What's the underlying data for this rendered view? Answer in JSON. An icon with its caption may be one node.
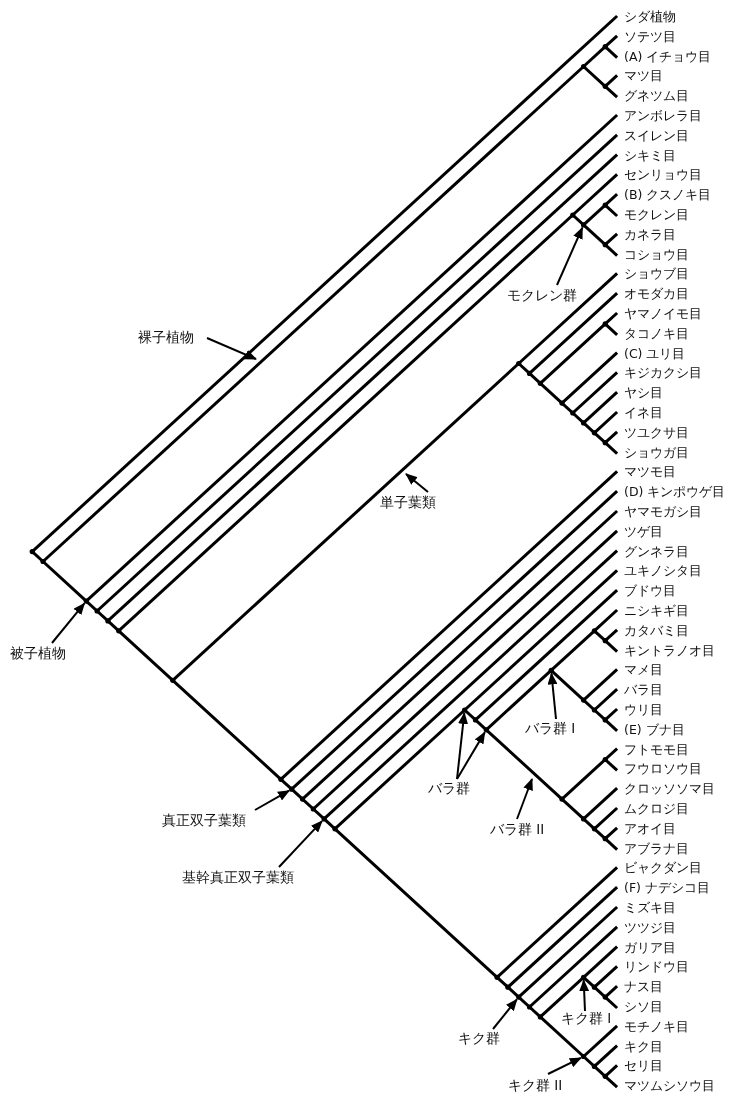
{
  "diagram": {
    "nodes": [
      {
        "text": [
          "シダ植物"
        ]
      },
      {
        "text": [
          "ソテツ目"
        ]
      },
      {
        "text": [
          "(A) イチョウ目"
        ]
      },
      {
        "text": [
          "マツ目"
        ]
      },
      {
        "text": [
          "グネツム目"
        ]
      },
      {
        "text": [
          "アンボレラ目"
        ]
      },
      {
        "text": [
          "スイレン目"
        ]
      },
      {
        "text": [
          "シキミ目"
        ]
      },
      {
        "text": [
          "センリョウ目"
        ]
      },
      {
        "text": [
          "(B) クスノキ目"
        ]
      },
      {
        "text": [
          "モクレン目"
        ]
      },
      {
        "text": [
          "カネラ目"
        ]
      },
      {
        "text": [
          "コショウ目"
        ]
      },
      {
        "text": [
          "ショウブ目"
        ]
      },
      {
        "text": [
          "オモダカ目"
        ]
      },
      {
        "text": [
          "ヤマノイモ目"
        ]
      },
      {
        "text": [
          "タコノキ目"
        ]
      },
      {
        "text": [
          "(C) ユリ目"
        ]
      },
      {
        "text": [
          "キジカクシ目"
        ]
      },
      {
        "text": [
          "ヤシ目"
        ]
      },
      {
        "text": [
          "イネ目"
        ]
      },
      {
        "text": [
          "ツユクサ目"
        ]
      },
      {
        "text": [
          "ショウガ目"
        ]
      },
      {
        "text": [
          "マツモ目"
        ]
      },
      {
        "text": [
          "(D) キンポウゲ目"
        ]
      },
      {
        "text": [
          "ヤマモガシ目"
        ]
      },
      {
        "text": [
          "ツゲ目"
        ]
      },
      {
        "text": [
          "グンネラ目"
        ]
      },
      {
        "text": [
          "ユキノシタ目"
        ]
      },
      {
        "text": [
          "ブドウ目"
        ]
      },
      {
        "text": [
          "ニシキギ目"
        ]
      },
      {
        "text": [
          "カタバミ目"
        ]
      },
      {
        "text": [
          "キントラノオ目"
        ]
      },
      {
        "text": [
          "マメ目"
        ]
      },
      {
        "text": [
          "バラ目"
        ]
      },
      {
        "text": [
          "ウリ目"
        ]
      },
      {
        "text": [
          "(E) ブナ目"
        ]
      },
      {
        "text": [
          "フトモモ目"
        ]
      },
      {
        "text": [
          "フウロソウ目"
        ]
      },
      {
        "text": [
          "クロッソソマ目"
        ]
      },
      {
        "text": [
          "ムクロジ目"
        ]
      },
      {
        "text": [
          "アオイ目"
        ]
      },
      {
        "text": [
          "アブラナ目"
        ]
      },
      {
        "text": [
          "ビャクダン目"
        ]
      },
      {
        "text": [
          "(F) ナデシコ目"
        ]
      },
      {
        "text": [
          "ミズキ目"
        ]
      },
      {
        "text": [
          "ツツジ目"
        ]
      },
      {
        "text": [
          "ガリア目"
        ]
      },
      {
        "text": [
          "リンドウ目"
        ]
      },
      {
        "text": [
          "ナス目"
        ]
      },
      {
        "text": [
          "シソ目"
        ]
      },
      {
        "text": [
          "モチノキ目"
        ]
      },
      {
        "text": [
          "キク目"
        ]
      },
      {
        "text": [
          "セリ目"
        ]
      },
      {
        "text": [
          "マツムシソウ目"
        ]
      },
      {
        "text": [
          "モクレン群"
        ]
      },
      {
        "text": [
          "裸子植物"
        ]
      },
      {
        "text": [
          "単子葉類"
        ]
      },
      {
        "text": [
          "被子植物"
        ]
      },
      {
        "text": [
          "バラ群 I"
        ]
      },
      {
        "text": [
          "バラ群"
        ]
      },
      {
        "text": [
          "バラ群 II"
        ]
      },
      {
        "text": [
          "真正双子葉類"
        ]
      },
      {
        "text": [
          "基幹真正双子葉類"
        ]
      },
      {
        "text": [
          "キク群 I"
        ]
      },
      {
        "text": [
          "キク群"
        ]
      },
      {
        "text": [
          "キク群 II"
        ]
      },
      {
        "text": [],
        "shape": "point"
      },
      {
        "text": [],
        "shape": "point"
      },
      {
        "text": [],
        "shape": "point"
      },
      {
        "text": [],
        "shape": "point"
      },
      {
        "text": [],
        "shape": "point"
      },
      {
        "text": [],
        "shape": "point"
      },
      {
        "text": [],
        "shape": "point"
      },
      {
        "text": [],
        "shape": "point"
      },
      {
        "text": [],
        "shape": "point"
      },
      {
        "text": [],
        "shape": "point"
      },
      {
        "text": [],
        "shape": "point"
      },
      {
        "text": [],
        "shape": "point"
      },
      {
        "text": [],
        "shape": "point"
      },
      {
        "text": [],
        "shape": "point"
      },
      {
        "text": [],
        "shape": "point"
      },
      {
        "text": [],
        "shape": "point"
      },
      {
        "text": [],
        "shape": "point"
      },
      {
        "text": [],
        "shape": "point"
      },
      {
        "text": [],
        "shape": "point"
      },
      {
        "text": [],
        "shape": "point"
      },
      {
        "text": [],
        "shape": "point"
      },
      {
        "text": [],
        "shape": "point"
      },
      {
        "text": [],
        "shape": "point"
      },
      {
        "text": [],
        "shape": "point"
      },
      {
        "text": [],
        "shape": "point"
      },
      {
        "text": [],
        "shape": "point"
      },
      {
        "text": [],
        "shape": "point"
      },
      {
        "text": [],
        "shape": "point"
      },
      {
        "text": [],
        "shape": "point"
      },
      {
        "text": [],
        "shape": "point"
      },
      {
        "text": [],
        "shape": "point"
      },
      {
        "text": [],
        "shape": "point"
      },
      {
        "text": [],
        "shape": "point"
      },
      {
        "text": [],
        "shape": "point"
      },
      {
        "text": [],
        "shape": "point"
      },
      {
        "text": [],
        "shape": "point"
      },
      {
        "text": [],
        "shape": "point"
      },
      {
        "text": [],
        "shape": "point"
      },
      {
        "text": [],
        "shape": "point"
      },
      {
        "text": [],
        "shape": "point"
      },
      {
        "text": [],
        "shape": "point"
      },
      {
        "text": [],
        "shape": "point"
      },
      {
        "text": [],
        "shape": "point"
      },
      {
        "text": [],
        "shape": "point"
      },
      {
        "text": [],
        "shape": "point"
      },
      {
        "text": [],
        "shape": "point"
      },
      {
        "text": [],
        "shape": "point"
      },
      {
        "text": [],
        "shape": "point"
      },
      {
        "text": [],
        "shape": "point"
      },
      {
        "text": [],
        "shape": "point"
      },
      {
        "text": [],
        "shape": "point"
      },
      {
        "text": [],
        "shape": "point"
      },
      {
        "text": [],
        "shape": "point"
      },
      {
        "text": [],
        "shape": "point"
      }
    ],
    "edges": [
      {
        "from": 67,
        "to": 0,
        "arrow": "none"
      },
      {
        "from": 67,
        "to": 68,
        "arrow": "none"
      },
      {
        "from": 68,
        "to": 69,
        "arrow": "none"
      },
      {
        "from": 68,
        "to": 70,
        "arrow": "none"
      },
      {
        "from": 69,
        "to": 71,
        "arrow": "none"
      },
      {
        "from": 69,
        "to": 72,
        "arrow": "none"
      },
      {
        "from": 71,
        "to": 1,
        "arrow": "none"
      },
      {
        "from": 71,
        "to": 2,
        "arrow": "none"
      },
      {
        "from": 72,
        "to": 3,
        "arrow": "none"
      },
      {
        "from": 72,
        "to": 4,
        "arrow": "none"
      },
      {
        "from": 70,
        "to": 5,
        "arrow": "none"
      },
      {
        "from": 70,
        "to": 73,
        "arrow": "none"
      },
      {
        "from": 73,
        "to": 6,
        "arrow": "none"
      },
      {
        "from": 73,
        "to": 74,
        "arrow": "none"
      },
      {
        "from": 74,
        "to": 7,
        "arrow": "none"
      },
      {
        "from": 74,
        "to": 75,
        "arrow": "none"
      },
      {
        "from": 75,
        "to": 76,
        "arrow": "none"
      },
      {
        "from": 75,
        "to": 77,
        "arrow": "none"
      },
      {
        "from": 76,
        "to": 8,
        "arrow": "none"
      },
      {
        "from": 76,
        "to": 78,
        "arrow": "none"
      },
      {
        "from": 78,
        "to": 79,
        "arrow": "none"
      },
      {
        "from": 78,
        "to": 80,
        "arrow": "none"
      },
      {
        "from": 79,
        "to": 9,
        "arrow": "none"
      },
      {
        "from": 79,
        "to": 10,
        "arrow": "none"
      },
      {
        "from": 80,
        "to": 11,
        "arrow": "none"
      },
      {
        "from": 80,
        "to": 12,
        "arrow": "none"
      },
      {
        "from": 77,
        "to": 81,
        "arrow": "none"
      },
      {
        "from": 77,
        "to": 82,
        "arrow": "none"
      },
      {
        "from": 81,
        "to": 13,
        "arrow": "none"
      },
      {
        "from": 81,
        "to": 83,
        "arrow": "none"
      },
      {
        "from": 83,
        "to": 14,
        "arrow": "none"
      },
      {
        "from": 83,
        "to": 84,
        "arrow": "none"
      },
      {
        "from": 84,
        "to": 85,
        "arrow": "none"
      },
      {
        "from": 84,
        "to": 86,
        "arrow": "none"
      },
      {
        "from": 85,
        "to": 15,
        "arrow": "none"
      },
      {
        "from": 85,
        "to": 16,
        "arrow": "none"
      },
      {
        "from": 86,
        "to": 17,
        "arrow": "none"
      },
      {
        "from": 86,
        "to": 87,
        "arrow": "none"
      },
      {
        "from": 87,
        "to": 18,
        "arrow": "none"
      },
      {
        "from": 87,
        "to": 88,
        "arrow": "none"
      },
      {
        "from": 88,
        "to": 19,
        "arrow": "none"
      },
      {
        "from": 88,
        "to": 89,
        "arrow": "none"
      },
      {
        "from": 89,
        "to": 20,
        "arrow": "none"
      },
      {
        "from": 89,
        "to": 90,
        "arrow": "none"
      },
      {
        "from": 90,
        "to": 21,
        "arrow": "none"
      },
      {
        "from": 90,
        "to": 22,
        "arrow": "none"
      },
      {
        "from": 82,
        "to": 23,
        "arrow": "none"
      },
      {
        "from": 82,
        "to": 91,
        "arrow": "none"
      },
      {
        "from": 91,
        "to": 24,
        "arrow": "none"
      },
      {
        "from": 91,
        "to": 92,
        "arrow": "none"
      },
      {
        "from": 92,
        "to": 25,
        "arrow": "none"
      },
      {
        "from": 92,
        "to": 93,
        "arrow": "none"
      },
      {
        "from": 93,
        "to": 26,
        "arrow": "none"
      },
      {
        "from": 93,
        "to": 94,
        "arrow": "none"
      },
      {
        "from": 94,
        "to": 27,
        "arrow": "none"
      },
      {
        "from": 94,
        "to": 95,
        "arrow": "none"
      },
      {
        "from": 95,
        "to": 96,
        "arrow": "none"
      },
      {
        "from": 95,
        "to": 97,
        "arrow": "none"
      },
      {
        "from": 96,
        "to": 28,
        "arrow": "none"
      },
      {
        "from": 96,
        "to": 98,
        "arrow": "none"
      },
      {
        "from": 98,
        "to": 29,
        "arrow": "none"
      },
      {
        "from": 98,
        "to": 99,
        "arrow": "none"
      },
      {
        "from": 99,
        "to": 100,
        "arrow": "none"
      },
      {
        "from": 99,
        "to": 101,
        "arrow": "none"
      },
      {
        "from": 100,
        "to": 102,
        "arrow": "none"
      },
      {
        "from": 100,
        "to": 103,
        "arrow": "none"
      },
      {
        "from": 102,
        "to": 30,
        "arrow": "none"
      },
      {
        "from": 102,
        "to": 104,
        "arrow": "none"
      },
      {
        "from": 104,
        "to": 31,
        "arrow": "none"
      },
      {
        "from": 104,
        "to": 32,
        "arrow": "none"
      },
      {
        "from": 103,
        "to": 33,
        "arrow": "none"
      },
      {
        "from": 103,
        "to": 105,
        "arrow": "none"
      },
      {
        "from": 105,
        "to": 34,
        "arrow": "none"
      },
      {
        "from": 105,
        "to": 106,
        "arrow": "none"
      },
      {
        "from": 106,
        "to": 35,
        "arrow": "none"
      },
      {
        "from": 106,
        "to": 36,
        "arrow": "none"
      },
      {
        "from": 101,
        "to": 107,
        "arrow": "none"
      },
      {
        "from": 101,
        "to": 108,
        "arrow": "none"
      },
      {
        "from": 107,
        "to": 37,
        "arrow": "none"
      },
      {
        "from": 107,
        "to": 38,
        "arrow": "none"
      },
      {
        "from": 108,
        "to": 39,
        "arrow": "none"
      },
      {
        "from": 108,
        "to": 109,
        "arrow": "none"
      },
      {
        "from": 109,
        "to": 40,
        "arrow": "none"
      },
      {
        "from": 109,
        "to": 110,
        "arrow": "none"
      },
      {
        "from": 110,
        "to": 41,
        "arrow": "none"
      },
      {
        "from": 110,
        "to": 42,
        "arrow": "none"
      },
      {
        "from": 97,
        "to": 43,
        "arrow": "none"
      },
      {
        "from": 97,
        "to": 111,
        "arrow": "none"
      },
      {
        "from": 111,
        "to": 44,
        "arrow": "none"
      },
      {
        "from": 111,
        "to": 112,
        "arrow": "none"
      },
      {
        "from": 112,
        "to": 45,
        "arrow": "none"
      },
      {
        "from": 112,
        "to": 113,
        "arrow": "none"
      },
      {
        "from": 113,
        "to": 46,
        "arrow": "none"
      },
      {
        "from": 113,
        "to": 114,
        "arrow": "none"
      },
      {
        "from": 114,
        "to": 115,
        "arrow": "none"
      },
      {
        "from": 114,
        "to": 116,
        "arrow": "none"
      },
      {
        "from": 115,
        "to": 47,
        "arrow": "none"
      },
      {
        "from": 115,
        "to": 117,
        "arrow": "none"
      },
      {
        "from": 117,
        "to": 48,
        "arrow": "none"
      },
      {
        "from": 117,
        "to": 118,
        "arrow": "none"
      },
      {
        "from": 118,
        "to": 49,
        "arrow": "none"
      },
      {
        "from": 118,
        "to": 50,
        "arrow": "none"
      },
      {
        "from": 116,
        "to": 51,
        "arrow": "none"
      },
      {
        "from": 116,
        "to": 119,
        "arrow": "none"
      },
      {
        "from": 119,
        "to": 52,
        "arrow": "none"
      },
      {
        "from": 119,
        "to": 120,
        "arrow": "none"
      },
      {
        "from": 120,
        "to": 53,
        "arrow": "none"
      },
      {
        "from": 120,
        "to": 54,
        "arrow": "none"
      },
      {
        "from": 55,
        "to": 78,
        "arrow": "to"
      },
      {
        "from": 56,
        "to": null,
        "arrow": "to"
      },
      {
        "from": 57,
        "to": null,
        "arrow": "to"
      },
      {
        "from": 58,
        "to": 70,
        "arrow": "to"
      },
      {
        "from": 59,
        "to": 100,
        "arrow": "to"
      },
      {
        "from": 60,
        "to": 96,
        "arrow": "to"
      },
      {
        "from": 60,
        "to": 99,
        "arrow": "to"
      },
      {
        "from": 61,
        "to": null,
        "arrow": "to"
      },
      {
        "from": 62,
        "to": 91,
        "arrow": "to"
      },
      {
        "from": 63,
        "to": 94,
        "arrow": "to"
      },
      {
        "from": 64,
        "to": 115,
        "arrow": "to"
      },
      {
        "from": 65,
        "to": 112,
        "arrow": "to"
      },
      {
        "from": 66,
        "to": 116,
        "arrow": "to"
      }
    ]
  }
}
